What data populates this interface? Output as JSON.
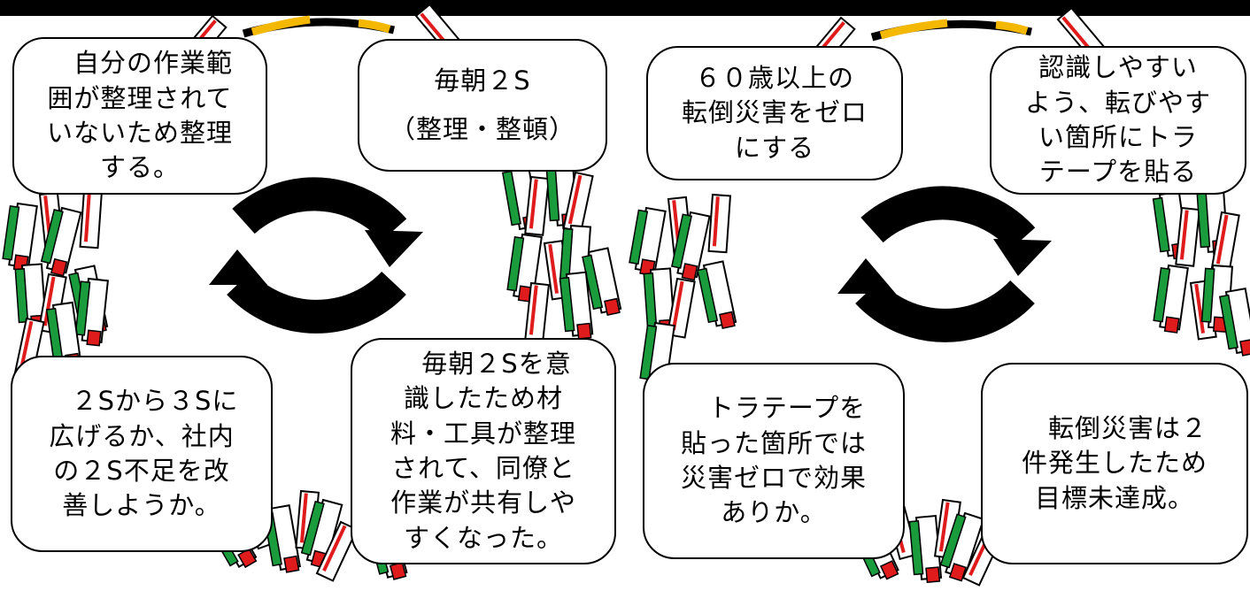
{
  "colors": {
    "frame": "#000000",
    "accent": "#f5b800",
    "green": "#1a9b3c",
    "red": "#e01b1b"
  },
  "left_cycle": {
    "plan": "　自分の作業範\n囲が整理されて\nいないため整理\nする。",
    "do": "毎朝２S\n（整理・整頓）",
    "check": "　毎朝２Sを意\n識したため材\n料・工具が整理\nされて、同僚と\n作業が共有しや\nすくなった。",
    "act": "　２Sから３Sに\n広げるか、社内\nの２S不足を改\n善しようか。"
  },
  "right_cycle": {
    "plan": "６０歳以上の\n転倒災害をゼロ\nにする",
    "do": "認識しやすい\nよう、転びやす\nい箇所にトラ\nテープを貼る",
    "check": "　転倒災害は２\n件発生したため\n目標未達成。",
    "act": "　トラテープを\n貼った箇所では\n災害ゼロで効果\nありか。"
  }
}
